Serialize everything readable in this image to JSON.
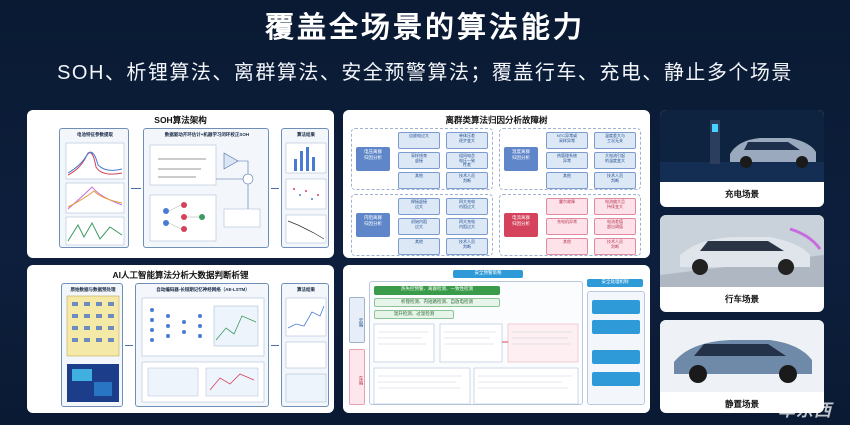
{
  "header": {
    "title": "覆盖全场景的算法能力",
    "subtitle": "SOH、析锂算法、离群算法、安全预警算法；覆盖行车、充电、静止多个场景"
  },
  "panels": {
    "soh": {
      "title": "SOH算法架构",
      "col1": "电池特征参数提取",
      "col2": "数据驱动开环估计+机器学习闭环校正SOH",
      "col3": "算法结果"
    },
    "ai": {
      "title": "AI人工智能算法分析大数据判断析锂",
      "col1": "原始数据与数据预处理",
      "col2": "自动编码器-长短期记忆神经网络（AE-LSTM）",
      "col3": "算法结果"
    },
    "outlier": {
      "title": "离群类算法归因分析故障树",
      "clusters": [
        {
          "root": "电压离群\n归因分析",
          "items": [
            "自放电过大",
            "采样线束\n虚接",
            "其他",
            "单体压差\n逐步变大",
            "组间电芯\n电压一致\n性差",
            "技术人员\n判断"
          ]
        },
        {
          "root": "温度离群\n归因分析",
          "items": [
            "NTC异常或\n采样异常",
            "热管理系统\n异常",
            "其他",
            "温度差大与\n工况无关",
            "大电流引起\n的温度变大",
            "技术人员\n判断"
          ]
        },
        {
          "root": "内阻离群\n归因分析",
          "items": [
            "焊接虚接\n过大",
            "初始内阻\n过大",
            "其他",
            "四大充电\n内阻过大",
            "四大充电\n内阻过大",
            "技术人员\n判断"
          ]
        },
        {
          "root": "电流离群\n归因分析",
          "items": [
            "霍尔故障",
            "充电机异常",
            "其他",
            "电流偏大且\n持续变大",
            "电流差值\n超出阈值",
            "技术人员\n判断"
          ]
        }
      ]
    },
    "warning": {
      "top_label": "安全预警策略",
      "right_label": "安全处理机制",
      "left_tags": [
        "云端",
        "车端"
      ],
      "row1": "热失控预警、离群检测、一致性检测",
      "row2": "析锂检测、内短路检测、自放电检测",
      "row3": "温升检测、过温检测"
    }
  },
  "scenes": [
    {
      "caption": "充电场景"
    },
    {
      "caption": "行车场景"
    },
    {
      "caption": "静置场景"
    }
  ],
  "watermark": "车东西"
}
